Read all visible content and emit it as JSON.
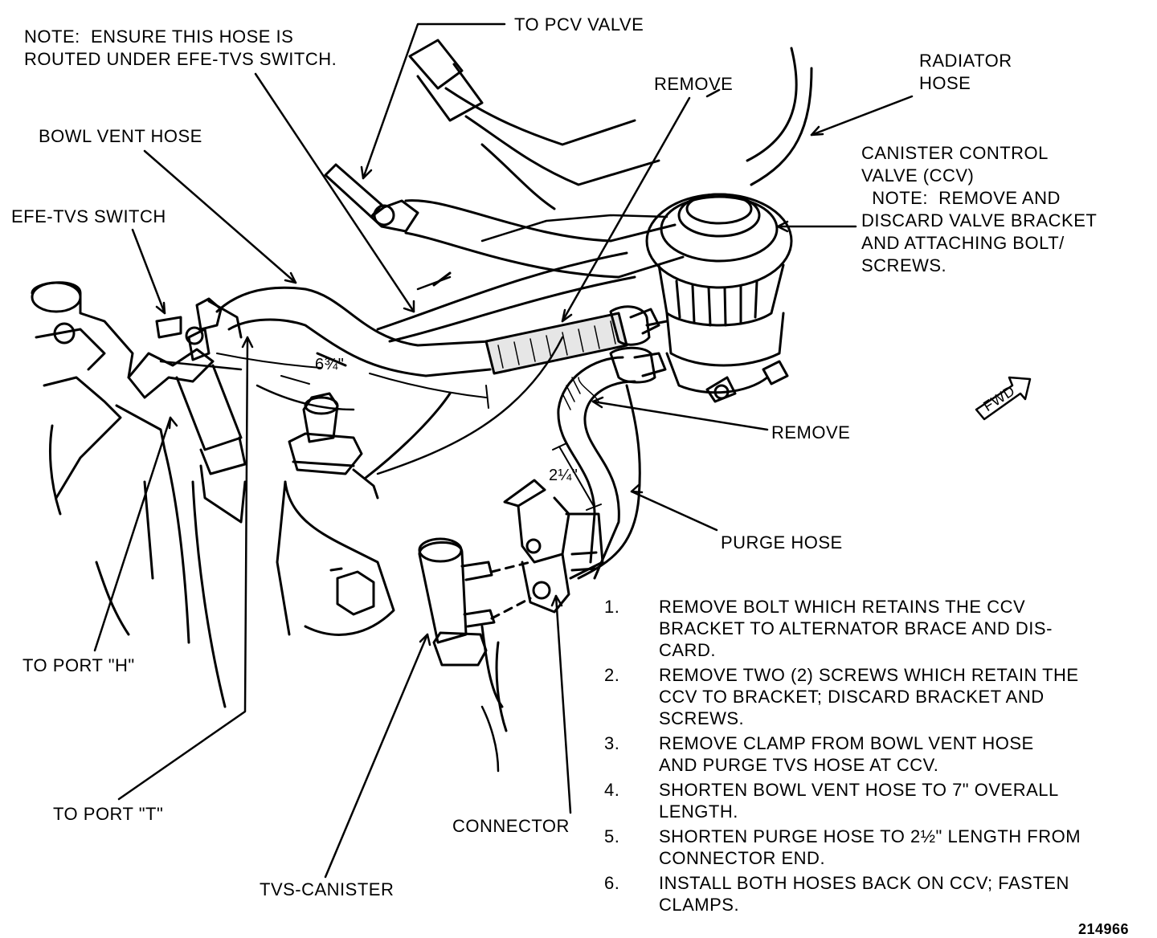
{
  "labels": {
    "note": "NOTE:  ENSURE THIS HOSE IS\nROUTED UNDER EFE-TVS SWITCH.",
    "to_pcv_valve": "TO PCV VALVE",
    "remove_top": "REMOVE",
    "radiator_hose": "RADIATOR\nHOSE",
    "bowl_vent_hose": "BOWL VENT HOSE",
    "efe_tvs_switch": "EFE-TVS SWITCH",
    "ccv": "CANISTER CONTROL\nVALVE (CCV)\n  NOTE:  REMOVE AND\nDISCARD VALVE BRACKET\nAND ATTACHING BOLT/\nSCREWS.",
    "dim_6_3_4": "6¾\"",
    "dim_2_1_4": "2¼\"",
    "remove_mid": "REMOVE",
    "fwd": "FWD",
    "purge_hose": "PURGE HOSE",
    "to_port_h": "TO PORT \"H\"",
    "to_port_t": "TO PORT \"T\"",
    "connector": "CONNECTOR",
    "tvs_canister": "TVS-CANISTER",
    "figure_number": "214966"
  },
  "steps": [
    {
      "num": "1.",
      "text": "REMOVE BOLT WHICH RETAINS THE CCV\nBRACKET TO ALTERNATOR BRACE AND DIS-\nCARD."
    },
    {
      "num": "2.",
      "text": "REMOVE TWO (2) SCREWS WHICH RETAIN THE\nCCV TO BRACKET; DISCARD BRACKET AND\nSCREWS."
    },
    {
      "num": "3.",
      "text": "REMOVE CLAMP FROM BOWL VENT HOSE\nAND PURGE TVS HOSE AT CCV."
    },
    {
      "num": "4.",
      "text": "SHORTEN BOWL VENT HOSE TO 7\" OVERALL\nLENGTH."
    },
    {
      "num": "5.",
      "text": "SHORTEN PURGE HOSE TO 2½\" LENGTH FROM\nCONNECTOR END."
    },
    {
      "num": "6.",
      "text": "INSTALL BOTH HOSES BACK ON CCV; FASTEN\nCLAMPS."
    }
  ]
}
